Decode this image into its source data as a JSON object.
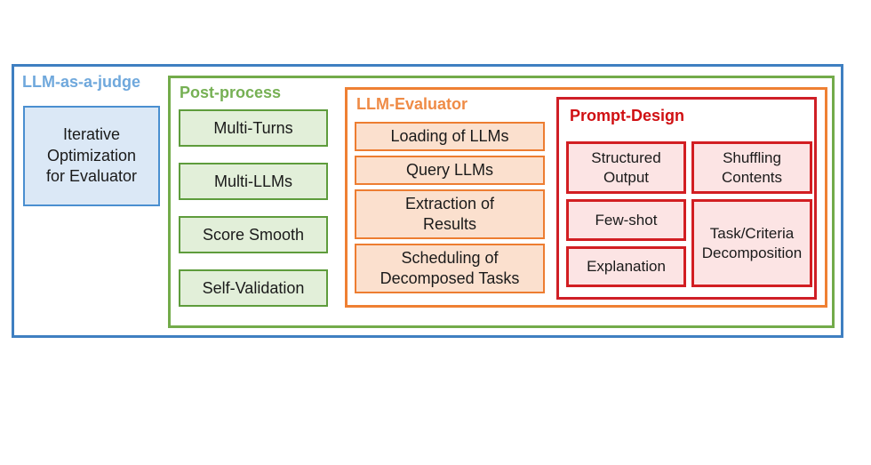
{
  "diagram": {
    "type": "nested-framework-diagram",
    "levels": [
      {
        "id": "llm-as-a-judge",
        "title": "LLM-as-a-judge",
        "border_color": "#3f7fc1",
        "title_color": "#6fa8dc",
        "card_fill": "#dbe8f6",
        "cards": [
          "Iterative Optimization for Evaluator"
        ]
      },
      {
        "id": "post-process",
        "title": "Post-process",
        "border_color": "#73ab4a",
        "title_color": "#76b054",
        "card_fill": "#e2efd9",
        "cards": [
          "Multi-Turns",
          "Multi-LLMs",
          "Score Smooth",
          "Self-Validation"
        ]
      },
      {
        "id": "llm-evaluator",
        "title": "LLM-Evaluator",
        "border_color": "#ef8033",
        "title_color": "#ef8b46",
        "card_fill": "#fbe0ce",
        "cards": [
          "Loading of LLMs",
          "Query LLMs",
          "Extraction of Results",
          "Scheduling of Decomposed Tasks"
        ]
      },
      {
        "id": "prompt-design",
        "title": "Prompt-Design",
        "border_color": "#cf1f26",
        "title_color": "#d00f12",
        "card_fill": "#fce4e4",
        "cards": [
          "Structured Output",
          "Shuffling Contents",
          "Few-shot",
          "Task/Criteria Decomposition",
          "Explanation"
        ]
      }
    ]
  },
  "judge": {
    "title": "LLM-as-a-judge",
    "card": {
      "line1": "Iterative",
      "line2": "Optimization",
      "line3": "for Evaluator",
      "text": "Iterative Optimization for Evaluator"
    }
  },
  "post_process": {
    "title": "Post-process",
    "items": [
      {
        "label": "Multi-Turns"
      },
      {
        "label": "Multi-LLMs"
      },
      {
        "label": "Score Smooth"
      },
      {
        "label": "Self-Validation"
      }
    ]
  },
  "llm_evaluator": {
    "title": "LLM-Evaluator",
    "items": [
      {
        "label": "Loading of LLMs",
        "lines": 1
      },
      {
        "label": "Query LLMs",
        "lines": 1
      },
      {
        "label": "Extraction of Results",
        "line1": "Extraction of",
        "line2": "Results",
        "lines": 2
      },
      {
        "label": "Scheduling of Decomposed Tasks",
        "line1": "Scheduling of",
        "line2": "Decomposed Tasks",
        "lines": 2
      }
    ]
  },
  "prompt_design": {
    "title": "Prompt-Design",
    "left_column": [
      {
        "label": "Structured Output",
        "line1": "Structured",
        "line2": "Output"
      },
      {
        "label": "Few-shot",
        "line1": "Few-shot",
        "line2": ""
      },
      {
        "label": "Explanation",
        "line1": "Explanation",
        "line2": ""
      }
    ],
    "right_column": [
      {
        "label": "Shuffling Contents",
        "line1": "Shuffling",
        "line2": "Contents"
      },
      {
        "label": "Task/Criteria Decomposition",
        "line1": "Task/Criteria",
        "line2": "Decomposition"
      }
    ]
  }
}
